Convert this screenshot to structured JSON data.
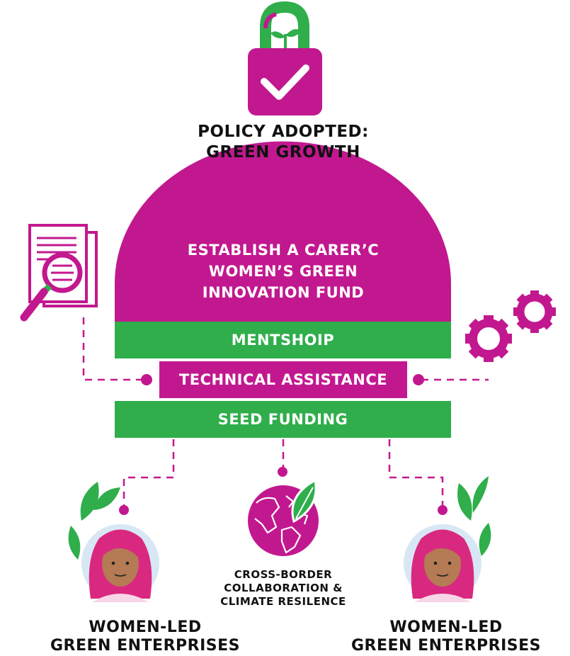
{
  "colors": {
    "magenta": "#c2188f",
    "green": "#2fae4b",
    "text_dark": "#111111",
    "face_bg": "#d8e7f4",
    "skin": "#b47b55"
  },
  "policy": {
    "icon": "padlock-check-sprout-icon",
    "line1": "POLICY ADOPTED:",
    "line2": "GREEN GROWTH"
  },
  "fund": {
    "line1": "ESTABLISH A CARER’C",
    "line2": "WOMEN’S GREEN",
    "line3": "INNOVATION FUND"
  },
  "bands": {
    "mentorship": "MENTSHOIP",
    "technical": "TECHNICAL ASSISTANCE",
    "seed": "SEED FUNDING"
  },
  "icons": {
    "left": "document-magnifier-icon",
    "right": "gears-icon",
    "center": "globe-leaf-icon",
    "person": "woman-avatar-with-leaves-icon"
  },
  "outcomes": {
    "collab_line1": "CROSS-BORDER",
    "collab_line2": "COLLABORATION &",
    "collab_line3": "CLIMATE RESILENCE",
    "left_line1": "WOMEN-LED",
    "left_line2": "GREEN ENTERPRISES",
    "right_line1": "WOMEN-LED",
    "right_line2": "GREEN ENTERPRISES"
  }
}
